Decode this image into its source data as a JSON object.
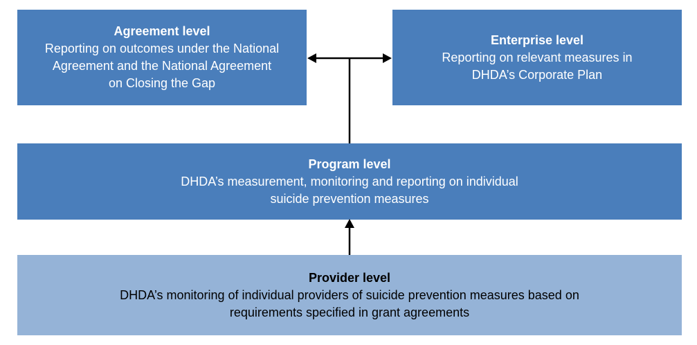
{
  "diagram": {
    "type": "flow-hierarchy",
    "boxes": {
      "agreement": {
        "title": "Agreement level",
        "body": "Reporting on outcomes under the National Agreement and the National Agreement on Closing the Gap"
      },
      "enterprise": {
        "title": "Enterprise level",
        "body": "Reporting on relevant measures in DHDA’s Corporate Plan"
      },
      "program": {
        "title": "Program level",
        "body": "DHDA’s measurement, monitoring and reporting on individual suicide prevention measures"
      },
      "provider": {
        "title": "Provider level",
        "body": "DHDA’s monitoring of individual providers of suicide prevention measures based on requirements specified in grant agreements"
      }
    },
    "connectors": [
      {
        "name": "agreement-enterprise-double-arrow",
        "type": "double-headed-horizontal",
        "joins": [
          "agreement",
          "enterprise"
        ],
        "branch_down_to": "program"
      },
      {
        "name": "provider-to-program-arrow",
        "type": "single-headed-up",
        "from": "provider",
        "to": "program"
      }
    ],
    "colors": {
      "box_blue": "#4A7EBB",
      "box_light_blue": "#95B3D7",
      "text_on_blue": "#FFFFFF",
      "text_on_light": "#000000",
      "arrow": "#000000",
      "background": "#FFFFFF"
    }
  }
}
